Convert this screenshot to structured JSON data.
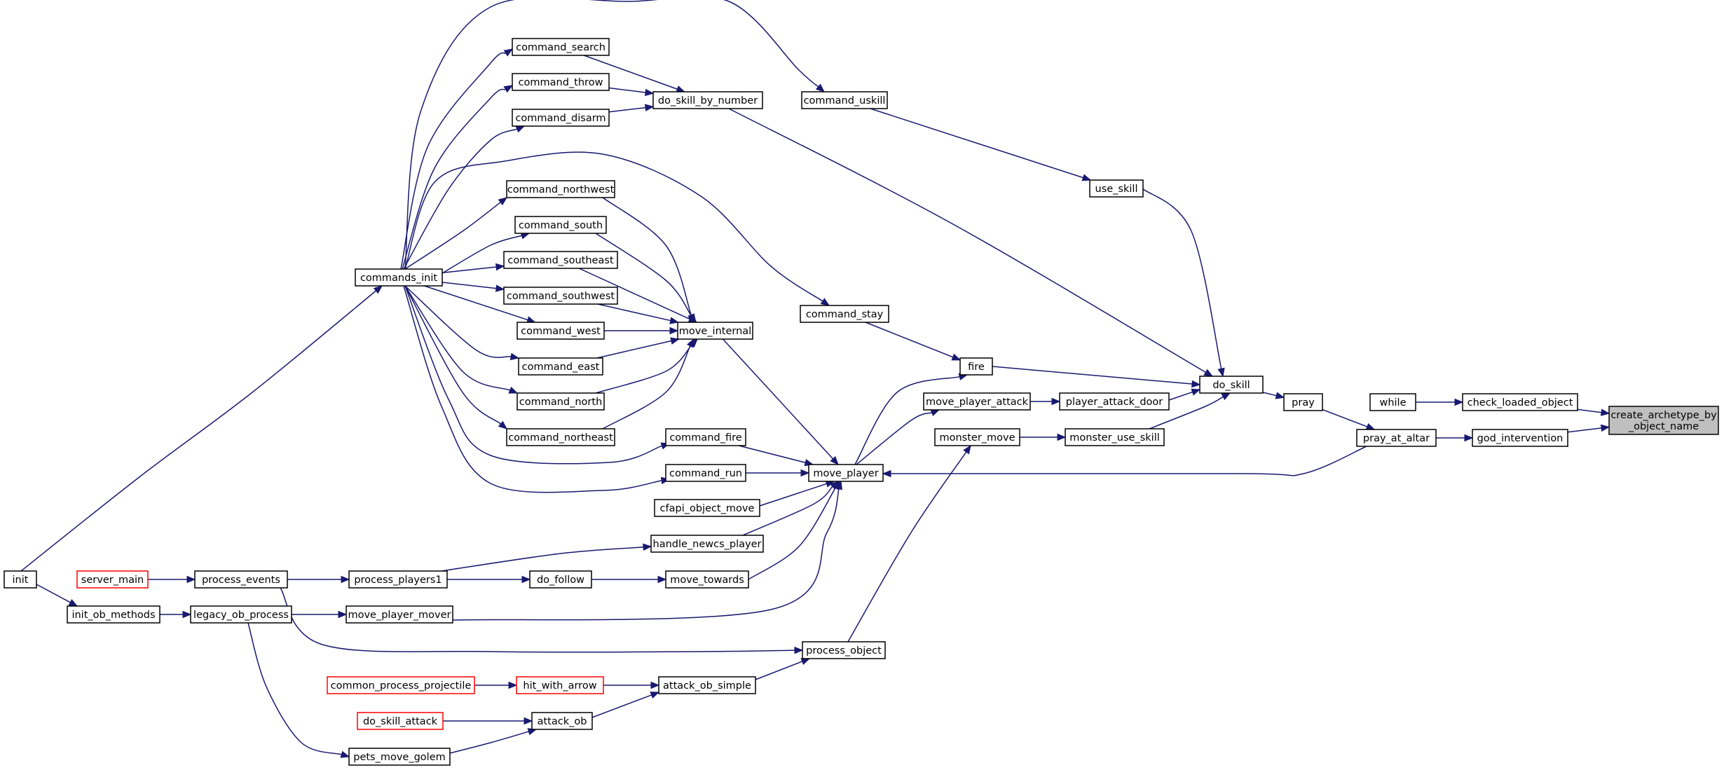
{
  "graph": {
    "edge_color": "#191970",
    "nodes": [
      {
        "id": "create_archetype_by_object_name",
        "lines": [
          "create_archetype_by",
          "_object_name"
        ],
        "style": "root"
      },
      {
        "id": "check_loaded_object",
        "lines": [
          "check_loaded_object"
        ],
        "style": "normal"
      },
      {
        "id": "god_intervention",
        "lines": [
          "god_intervention"
        ],
        "style": "normal"
      },
      {
        "id": "while",
        "lines": [
          "while"
        ],
        "style": "normal"
      },
      {
        "id": "pray_at_altar",
        "lines": [
          "pray_at_altar"
        ],
        "style": "normal"
      },
      {
        "id": "pray",
        "lines": [
          "pray"
        ],
        "style": "normal"
      },
      {
        "id": "do_skill",
        "lines": [
          "do_skill"
        ],
        "style": "normal"
      },
      {
        "id": "use_skill",
        "lines": [
          "use_skill"
        ],
        "style": "normal"
      },
      {
        "id": "command_uskill",
        "lines": [
          "command_uskill"
        ],
        "style": "normal"
      },
      {
        "id": "do_skill_by_number",
        "lines": [
          "do_skill_by_number"
        ],
        "style": "normal"
      },
      {
        "id": "command_search",
        "lines": [
          "command_search"
        ],
        "style": "normal"
      },
      {
        "id": "command_throw",
        "lines": [
          "command_throw"
        ],
        "style": "normal"
      },
      {
        "id": "command_disarm",
        "lines": [
          "command_disarm"
        ],
        "style": "normal"
      },
      {
        "id": "command_northwest",
        "lines": [
          "command_northwest"
        ],
        "style": "normal"
      },
      {
        "id": "command_south",
        "lines": [
          "command_south"
        ],
        "style": "normal"
      },
      {
        "id": "command_southeast",
        "lines": [
          "command_southeast"
        ],
        "style": "normal"
      },
      {
        "id": "command_southwest",
        "lines": [
          "command_southwest"
        ],
        "style": "normal"
      },
      {
        "id": "command_west",
        "lines": [
          "command_west"
        ],
        "style": "normal"
      },
      {
        "id": "command_east",
        "lines": [
          "command_east"
        ],
        "style": "normal"
      },
      {
        "id": "command_north",
        "lines": [
          "command_north"
        ],
        "style": "normal"
      },
      {
        "id": "command_northeast",
        "lines": [
          "command_northeast"
        ],
        "style": "normal"
      },
      {
        "id": "commands_init",
        "lines": [
          "commands_init"
        ],
        "style": "normal"
      },
      {
        "id": "move_internal",
        "lines": [
          "move_internal"
        ],
        "style": "normal"
      },
      {
        "id": "command_stay",
        "lines": [
          "command_stay"
        ],
        "style": "normal"
      },
      {
        "id": "fire",
        "lines": [
          "fire"
        ],
        "style": "normal"
      },
      {
        "id": "move_player_attack",
        "lines": [
          "move_player_attack"
        ],
        "style": "normal"
      },
      {
        "id": "player_attack_door",
        "lines": [
          "player_attack_door"
        ],
        "style": "normal"
      },
      {
        "id": "monster_move",
        "lines": [
          "monster_move"
        ],
        "style": "normal"
      },
      {
        "id": "monster_use_skill",
        "lines": [
          "monster_use_skill"
        ],
        "style": "normal"
      },
      {
        "id": "command_fire",
        "lines": [
          "command_fire"
        ],
        "style": "normal"
      },
      {
        "id": "command_run",
        "lines": [
          "command_run"
        ],
        "style": "normal"
      },
      {
        "id": "move_player",
        "lines": [
          "move_player"
        ],
        "style": "normal"
      },
      {
        "id": "cfapi_object_move",
        "lines": [
          "cfapi_object_move"
        ],
        "style": "normal"
      },
      {
        "id": "handle_newcs_player",
        "lines": [
          "handle_newcs_player"
        ],
        "style": "normal"
      },
      {
        "id": "move_towards",
        "lines": [
          "move_towards"
        ],
        "style": "normal"
      },
      {
        "id": "do_follow",
        "lines": [
          "do_follow"
        ],
        "style": "normal"
      },
      {
        "id": "process_players1",
        "lines": [
          "process_players1"
        ],
        "style": "normal"
      },
      {
        "id": "process_events",
        "lines": [
          "process_events"
        ],
        "style": "normal"
      },
      {
        "id": "server_main",
        "lines": [
          "server_main"
        ],
        "style": "red"
      },
      {
        "id": "init",
        "lines": [
          "init"
        ],
        "style": "normal"
      },
      {
        "id": "init_ob_methods",
        "lines": [
          "init_ob_methods"
        ],
        "style": "normal"
      },
      {
        "id": "legacy_ob_process",
        "lines": [
          "legacy_ob_process"
        ],
        "style": "normal"
      },
      {
        "id": "move_player_mover",
        "lines": [
          "move_player_mover"
        ],
        "style": "normal"
      },
      {
        "id": "process_object",
        "lines": [
          "process_object"
        ],
        "style": "normal"
      },
      {
        "id": "attack_ob_simple",
        "lines": [
          "attack_ob_simple"
        ],
        "style": "normal"
      },
      {
        "id": "hit_with_arrow",
        "lines": [
          "hit_with_arrow"
        ],
        "style": "red"
      },
      {
        "id": "common_process_projectile",
        "lines": [
          "common_process_projectile"
        ],
        "style": "red"
      },
      {
        "id": "attack_ob",
        "lines": [
          "attack_ob"
        ],
        "style": "normal"
      },
      {
        "id": "do_skill_attack",
        "lines": [
          "do_skill_attack"
        ],
        "style": "red"
      },
      {
        "id": "pets_move_golem",
        "lines": [
          "pets_move_golem"
        ],
        "style": "normal"
      }
    ],
    "edges": [
      {
        "from": "check_loaded_object",
        "to": "create_archetype_by_object_name"
      },
      {
        "from": "god_intervention",
        "to": "create_archetype_by_object_name"
      },
      {
        "from": "while",
        "to": "check_loaded_object"
      },
      {
        "from": "pray_at_altar",
        "to": "god_intervention"
      },
      {
        "from": "pray",
        "to": "pray_at_altar"
      },
      {
        "from": "pray_at_altar",
        "to": "move_player"
      },
      {
        "from": "do_skill",
        "to": "pray"
      },
      {
        "from": "use_skill",
        "to": "do_skill"
      },
      {
        "from": "do_skill_by_number",
        "to": "do_skill"
      },
      {
        "from": "fire",
        "to": "do_skill"
      },
      {
        "from": "player_attack_door",
        "to": "do_skill"
      },
      {
        "from": "monster_use_skill",
        "to": "do_skill"
      },
      {
        "from": "command_uskill",
        "to": "use_skill"
      },
      {
        "from": "commands_init",
        "to": "command_uskill"
      },
      {
        "from": "command_search",
        "to": "do_skill_by_number"
      },
      {
        "from": "command_throw",
        "to": "do_skill_by_number"
      },
      {
        "from": "command_disarm",
        "to": "do_skill_by_number"
      },
      {
        "from": "commands_init",
        "to": "command_search"
      },
      {
        "from": "commands_init",
        "to": "command_throw"
      },
      {
        "from": "commands_init",
        "to": "command_disarm"
      },
      {
        "from": "commands_init",
        "to": "command_northwest"
      },
      {
        "from": "commands_init",
        "to": "command_south"
      },
      {
        "from": "commands_init",
        "to": "command_southeast"
      },
      {
        "from": "commands_init",
        "to": "command_southwest"
      },
      {
        "from": "commands_init",
        "to": "command_west"
      },
      {
        "from": "commands_init",
        "to": "command_east"
      },
      {
        "from": "commands_init",
        "to": "command_north"
      },
      {
        "from": "commands_init",
        "to": "command_northeast"
      },
      {
        "from": "commands_init",
        "to": "command_stay"
      },
      {
        "from": "commands_init",
        "to": "command_fire"
      },
      {
        "from": "commands_init",
        "to": "command_run"
      },
      {
        "from": "command_northwest",
        "to": "move_internal"
      },
      {
        "from": "command_south",
        "to": "move_internal"
      },
      {
        "from": "command_southeast",
        "to": "move_internal"
      },
      {
        "from": "command_southwest",
        "to": "move_internal"
      },
      {
        "from": "command_west",
        "to": "move_internal"
      },
      {
        "from": "command_east",
        "to": "move_internal"
      },
      {
        "from": "command_north",
        "to": "move_internal"
      },
      {
        "from": "command_northeast",
        "to": "move_internal"
      },
      {
        "from": "command_stay",
        "to": "fire"
      },
      {
        "from": "move_player",
        "to": "fire"
      },
      {
        "from": "move_player_attack",
        "to": "player_attack_door"
      },
      {
        "from": "move_player",
        "to": "move_player_attack"
      },
      {
        "from": "monster_move",
        "to": "monster_use_skill"
      },
      {
        "from": "process_object",
        "to": "monster_move"
      },
      {
        "from": "move_internal",
        "to": "move_player"
      },
      {
        "from": "command_fire",
        "to": "move_player"
      },
      {
        "from": "command_run",
        "to": "move_player"
      },
      {
        "from": "cfapi_object_move",
        "to": "move_player"
      },
      {
        "from": "handle_newcs_player",
        "to": "move_player"
      },
      {
        "from": "move_towards",
        "to": "move_player"
      },
      {
        "from": "move_player_mover",
        "to": "move_player"
      },
      {
        "from": "process_players1",
        "to": "handle_newcs_player"
      },
      {
        "from": "do_follow",
        "to": "move_towards"
      },
      {
        "from": "process_players1",
        "to": "do_follow"
      },
      {
        "from": "process_events",
        "to": "process_players1"
      },
      {
        "from": "server_main",
        "to": "process_events"
      },
      {
        "from": "init",
        "to": "commands_init"
      },
      {
        "from": "init",
        "to": "init_ob_methods"
      },
      {
        "from": "init_ob_methods",
        "to": "legacy_ob_process"
      },
      {
        "from": "legacy_ob_process",
        "to": "move_player_mover"
      },
      {
        "from": "process_events",
        "to": "process_object"
      },
      {
        "from": "attack_ob_simple",
        "to": "process_object"
      },
      {
        "from": "hit_with_arrow",
        "to": "attack_ob_simple"
      },
      {
        "from": "common_process_projectile",
        "to": "hit_with_arrow"
      },
      {
        "from": "attack_ob",
        "to": "attack_ob_simple"
      },
      {
        "from": "do_skill_attack",
        "to": "attack_ob"
      },
      {
        "from": "pets_move_golem",
        "to": "attack_ob"
      },
      {
        "from": "legacy_ob_process",
        "to": "pets_move_golem"
      }
    ]
  }
}
